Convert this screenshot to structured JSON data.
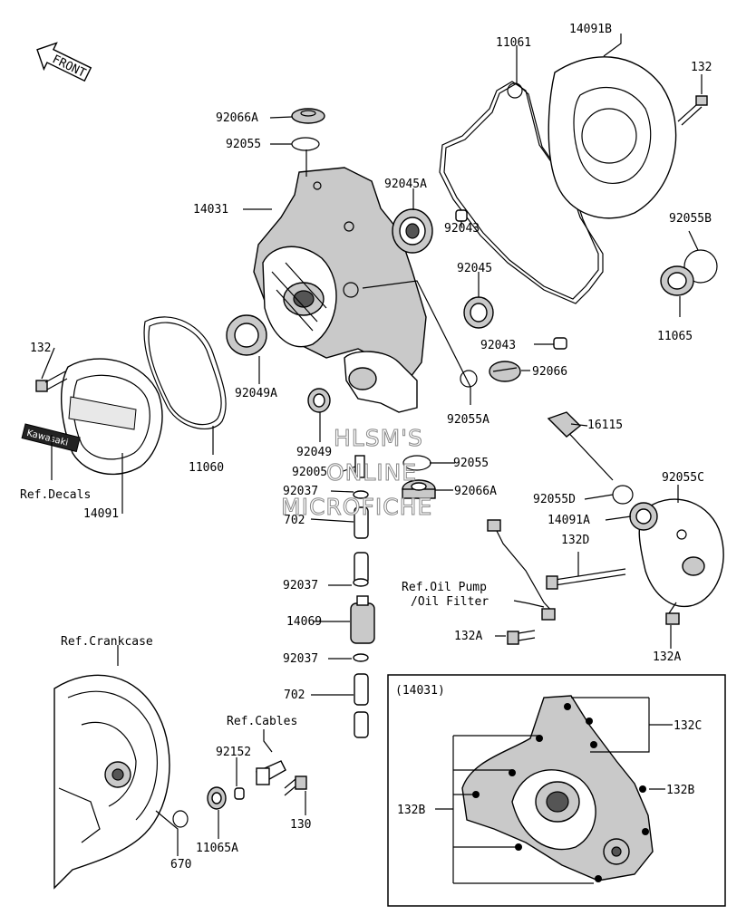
{
  "front_label": "FRONT",
  "inset_title": "(14031)",
  "watermark": [
    "HLSM'S",
    "ONLINE",
    "MICROFICHE"
  ],
  "part_labels": {
    "p14091B": "14091B",
    "p11061": "11061",
    "p132_top": "132",
    "p92066A_top": "92066A",
    "p92055_top": "92055",
    "p92045A": "92045A",
    "p14031": "14031",
    "p92043_a": "92043",
    "p92045": "92045",
    "p92055B": "92055B",
    "p11065": "11065",
    "p132_left": "132",
    "p92043_b": "92043",
    "p92066": "92066",
    "p92049A": "92049A",
    "p92055A": "92055A",
    "p92049": "92049",
    "p16115": "16115",
    "p11060": "11060",
    "p92005": "92005",
    "p92055_mid": "92055",
    "p92037_a": "92037",
    "p92066A_mid": "92066A",
    "p92055C": "92055C",
    "p92055D": "92055D",
    "p702_a": "702",
    "p14091A": "14091A",
    "p132D": "132D",
    "p14091": "14091",
    "p92037_b": "92037",
    "p14069": "14069",
    "p132A_a": "132A",
    "p132A_b": "132A",
    "p92037_c": "92037",
    "p702_b": "702",
    "p92152": "92152",
    "p130": "130",
    "p11065A": "11065A",
    "p670": "670",
    "p132C": "132C",
    "p132B_r": "132B",
    "p132B_l": "132B"
  },
  "references": {
    "decals": "Ref.Decals",
    "oil_pump_1": "Ref.Oil Pump",
    "oil_pump_2": "/Oil Filter",
    "crankcase": "Ref.Crankcase",
    "cables": "Ref.Cables"
  },
  "decal_text": "Kawasaki"
}
